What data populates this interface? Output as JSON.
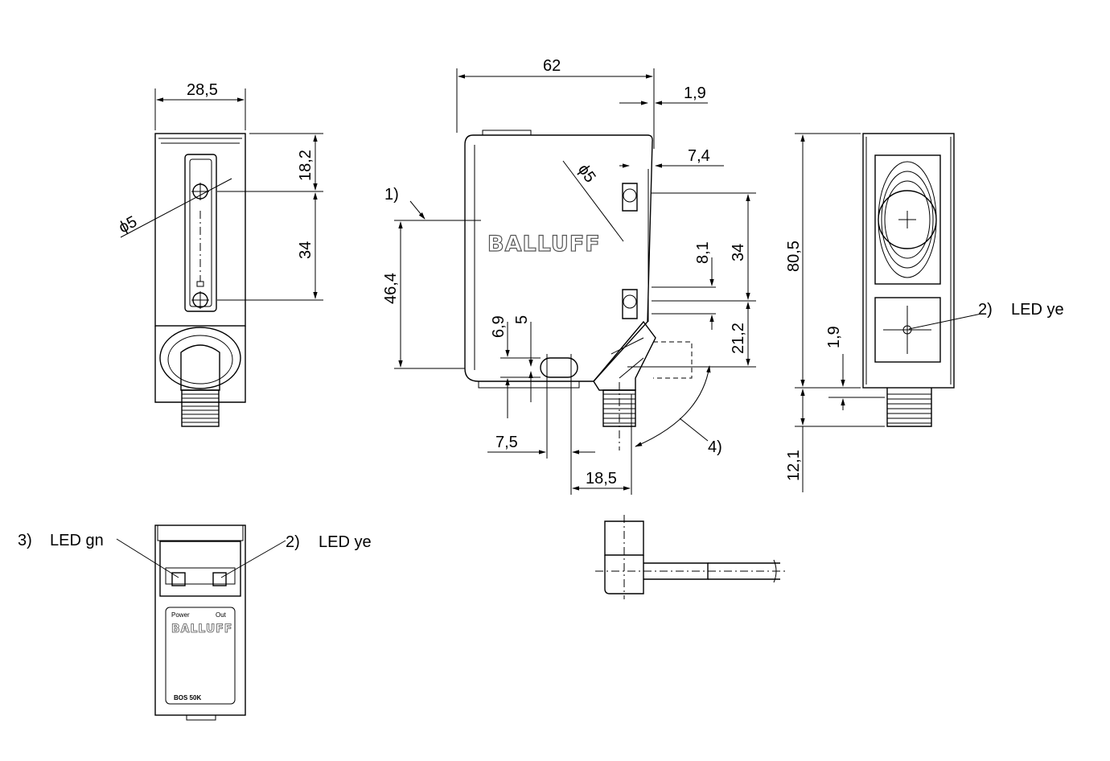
{
  "dimensions": {
    "front_width": "28,5",
    "front_top": "18,2",
    "front_hole_spacing": "34",
    "front_hole_dia": "ϕ5",
    "side_width": "62",
    "side_offset": "1,9",
    "side_offset2": "7,4",
    "side_hole_dia": "ϕ5",
    "side_hole_spacing": "34",
    "side_height": "46,4",
    "side_8_1": "8,1",
    "side_21_2": "21,2",
    "side_6_9": "6,9",
    "side_5": "5",
    "side_7_5": "7,5",
    "side_18_5": "18,5",
    "back_height": "80,5",
    "back_1_9": "1,9",
    "back_12_1": "12,1"
  },
  "callouts": {
    "c1": "1)",
    "c2": "2)",
    "c3": "3)",
    "c4": "4)",
    "led_ye_right": "LED ye",
    "led_gn": "LED gn",
    "led_ye_bottom": "LED ye"
  },
  "brand": {
    "logo": "BALLUFF",
    "label_power": "Power",
    "label_out": "Out",
    "model": "BOS 50K"
  }
}
